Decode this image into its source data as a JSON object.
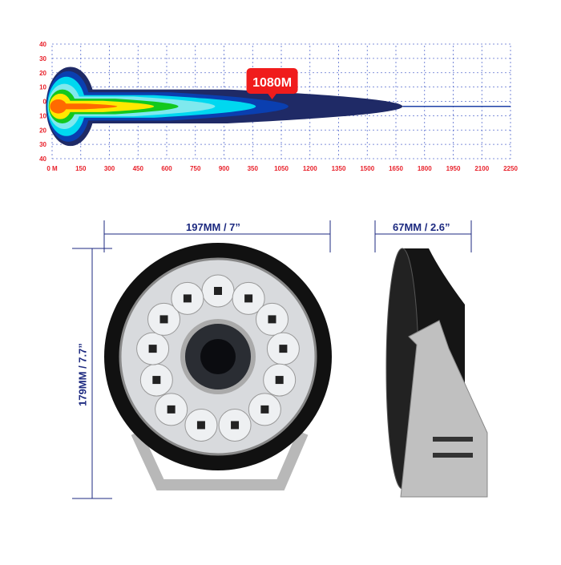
{
  "chart_data": {
    "type": "area",
    "title": "",
    "xlabel": "",
    "ylabel": "",
    "x_ticks": [
      "0 M",
      "150",
      "300",
      "450",
      "600",
      "750",
      "900",
      "350",
      "1050",
      "1200",
      "1350",
      "1500",
      "1650",
      "1800",
      "1950",
      "2100",
      "2250"
    ],
    "y_ticks": [
      "40",
      "30",
      "20",
      "10",
      "0",
      "10",
      "20",
      "30",
      "40"
    ],
    "xlim": [
      0,
      2250
    ],
    "ylim": [
      -40,
      40
    ],
    "grid": true,
    "beam_reach_m": 1720,
    "annotation": "1080M",
    "series": [
      {
        "name": "outer",
        "color": "#1f2a66",
        "length_m": 1720,
        "half_width": 12
      },
      {
        "name": "blue",
        "color": "#0a3fb0",
        "length_m": 1160,
        "half_width": 10
      },
      {
        "name": "cyan",
        "color": "#00d8f0",
        "length_m": 1000,
        "half_width": 8
      },
      {
        "name": "light-cyan",
        "color": "#7fe9ee",
        "length_m": 800,
        "half_width": 7
      },
      {
        "name": "green",
        "color": "#12c81e",
        "length_m": 620,
        "half_width": 5.5
      },
      {
        "name": "yellow",
        "color": "#ffe800",
        "length_m": 500,
        "half_width": 4
      },
      {
        "name": "orange",
        "color": "#ff6a00",
        "length_m": 320,
        "half_width": 2
      }
    ]
  },
  "dimensions": {
    "width": "197MM / 7”",
    "depth": "67MM / 2.6”",
    "height": "179MM / 7.7”"
  }
}
